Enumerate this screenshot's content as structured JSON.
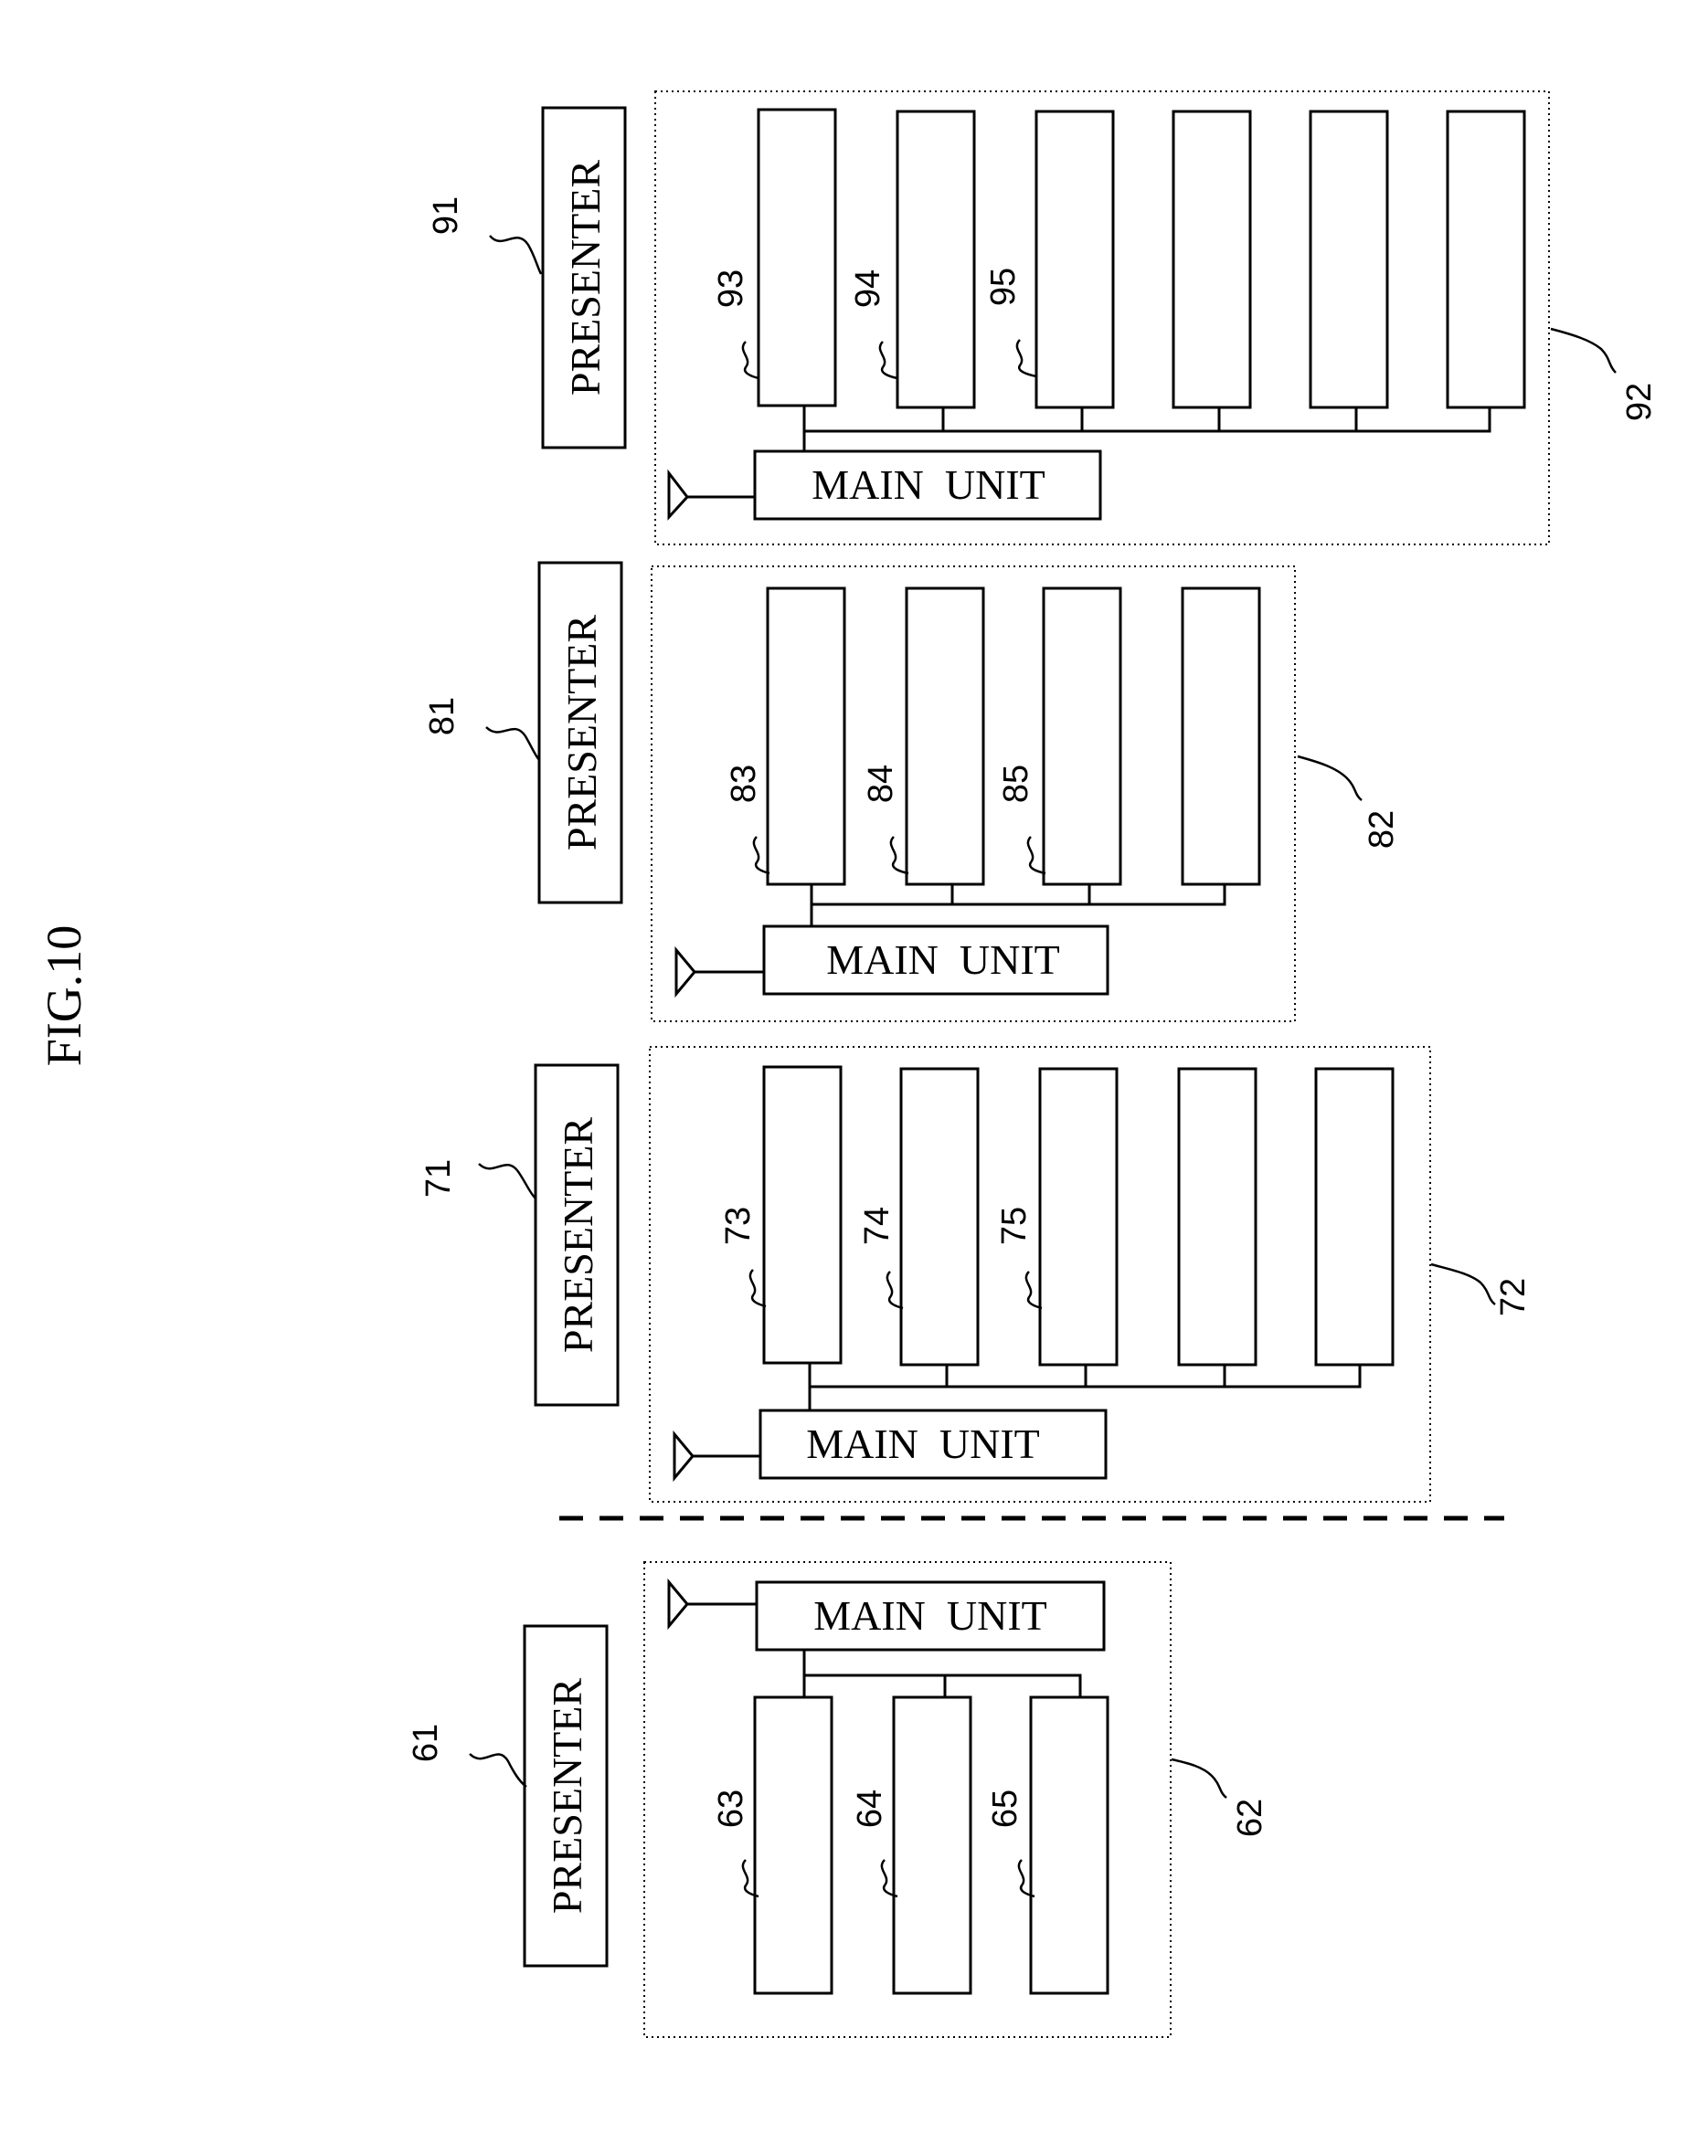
{
  "figure": {
    "title": "FIG.10"
  },
  "presenter_label": "PRESENTER",
  "main_unit_label": "MAIN  UNIT",
  "groups": [
    {
      "presenter_ref": "61",
      "group_ref": "62",
      "unit_refs": [
        "63",
        "64",
        "65"
      ]
    },
    {
      "presenter_ref": "71",
      "group_ref": "72",
      "unit_refs": [
        "73",
        "74",
        "75"
      ]
    },
    {
      "presenter_ref": "81",
      "group_ref": "82",
      "unit_refs": [
        "83",
        "84",
        "85"
      ]
    },
    {
      "presenter_ref": "91",
      "group_ref": "92",
      "unit_refs": [
        "93",
        "94",
        "95"
      ]
    }
  ]
}
